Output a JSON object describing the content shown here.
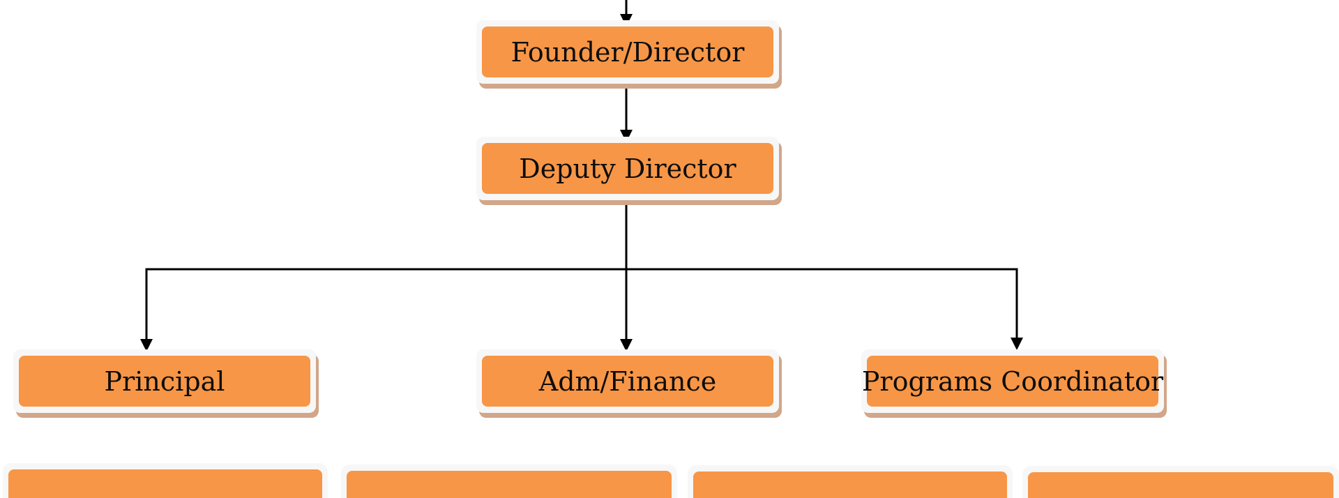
{
  "colors": {
    "box_fill": "#f79646",
    "box_border": "#f7f7f7",
    "box_shadow": "#d1a689",
    "connector": "#000000"
  },
  "nodes": {
    "founder_director": {
      "label": "Founder/Director"
    },
    "deputy_director": {
      "label": "Deputy Director"
    },
    "principal": {
      "label": "Principal"
    },
    "adm_finance": {
      "label": "Adm/Finance"
    },
    "programs_coordinator": {
      "label": "Programs Coordinator"
    },
    "bottom_boxes": [
      "",
      "",
      "",
      ""
    ]
  }
}
